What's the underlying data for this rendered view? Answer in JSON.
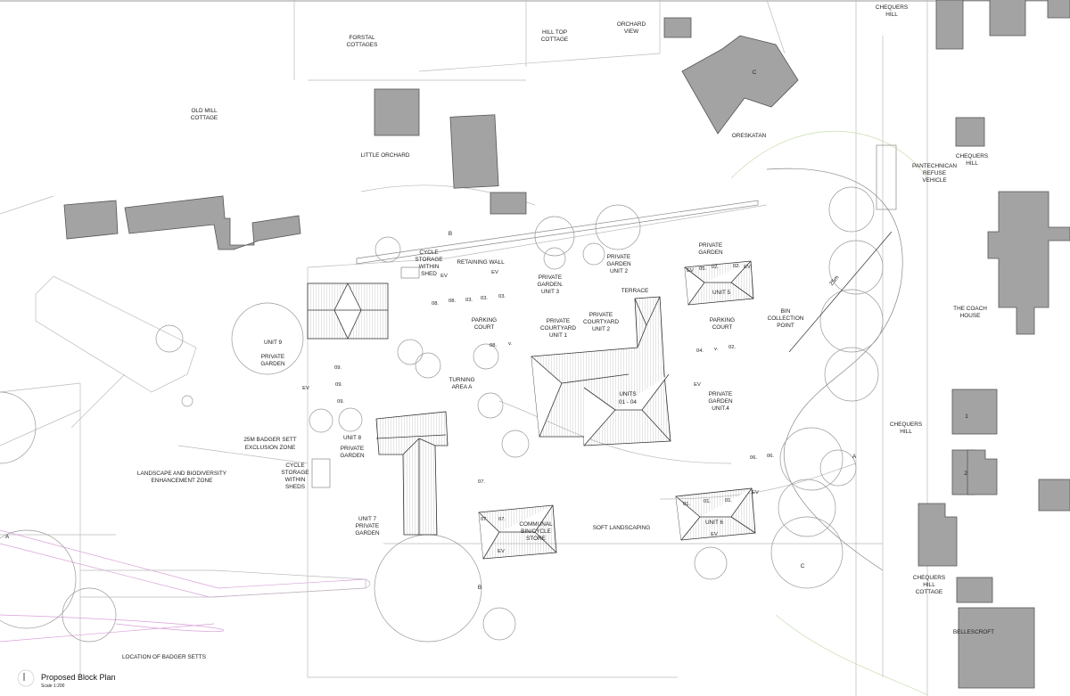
{
  "drawing": {
    "title": "Proposed Block Plan",
    "scale": "Scale 1:200"
  },
  "labels": {
    "forstal": [
      "FORSTAL",
      "COTTAGES"
    ],
    "hilltop": [
      "HILL TOP",
      "COTTAGE"
    ],
    "orchard_view": [
      "ORCHARD",
      "VIEW"
    ],
    "chequers_top": [
      "CHEQUERS",
      "HILL"
    ],
    "old_mill": [
      "OLD MILL",
      "COTTAGE"
    ],
    "little_orchard": "LITTLE ORCHARD",
    "oreskatan": "ORESKATAN",
    "pantechnican": [
      "PANTECHNICAN",
      "REFUSE",
      "VEHICLE"
    ],
    "chequers_right": [
      "CHEQUERS",
      "HILL"
    ],
    "coach_house": [
      "THE COACH",
      "HOUSE"
    ],
    "cycle_shed": [
      "CYCLE",
      "STORAGE",
      "WITHIN",
      "SHED"
    ],
    "retaining_wall": "RETAINING WALL",
    "pg_unit3": [
      "PRIVATE",
      "GARDEN.",
      "UNIT 3"
    ],
    "pg_unit2": [
      "PRIVATE",
      "GARDEN",
      "UNIT 2"
    ],
    "pg_unit5": [
      "PRIVATE",
      "GARDEN"
    ],
    "terrace": "TERRACE",
    "unit5": "UNIT 5",
    "parking_west": [
      "PARKING",
      "COURT"
    ],
    "pc_unit1": [
      "PRIVATE",
      "COURTYARD",
      "UNIT 1"
    ],
    "pc_unit2": [
      "PRIVATE",
      "COURTYARD",
      "UNIT 2"
    ],
    "parking_east": [
      "PARKING",
      "COURT"
    ],
    "bin_point": [
      "BIN",
      "COLLECTION",
      "POINT"
    ],
    "unit9": [
      "UNIT 9",
      "PRIVATE",
      "GARDEN"
    ],
    "turning": [
      "TURNING",
      "AREA A"
    ],
    "units0104": [
      "UNITS",
      "01 - 04"
    ],
    "pg_unit4": [
      "PRIVATE",
      "GARDEN",
      "UNIT.4"
    ],
    "chequers_mid": [
      "CHEQUERS",
      "HILL"
    ],
    "badger_zone": [
      "25M BADGER SETT",
      "EXCLUSION ZONE"
    ],
    "unit8": [
      "UNIT 8",
      "PRIVATE",
      "GARDEN"
    ],
    "landscape": [
      "LANDSCAPE AND BIODIVERSITY",
      "ENHANCEMENT ZONE"
    ],
    "cycle_sheds": [
      "CYCLE",
      "STORAGE",
      "WITHIN",
      "SHEDS"
    ],
    "unit7": [
      "UNIT 7",
      "PRIVATE",
      "GARDEN"
    ],
    "communal": [
      "COMMUNAL",
      "BIN/CYCLE",
      "STORE"
    ],
    "soft": "SOFT LANDSCAPING",
    "unit6": "UNIT 6",
    "chequers_cottage": [
      "CHEQUERS",
      "HILL",
      "COTTAGE"
    ],
    "bellescroft": "BELLESCROFT",
    "badger_setts": "LOCATION OF BADGER SETTS",
    "plot1": "1",
    "plot2": "2",
    "dim25": "25m"
  },
  "section_markers": {
    "a": "A",
    "b": "B",
    "c": "C"
  },
  "ev": "EV",
  "spaces": [
    "08.",
    "08.",
    "03.",
    "03.",
    "03.",
    "05.",
    "02.",
    "02.",
    "08.",
    "v.",
    "04.",
    "v.",
    "02.",
    "09.",
    "09.",
    "09.",
    "07.",
    "07.",
    "07.",
    "01.",
    "01.",
    "01.",
    "06.",
    "06."
  ]
}
